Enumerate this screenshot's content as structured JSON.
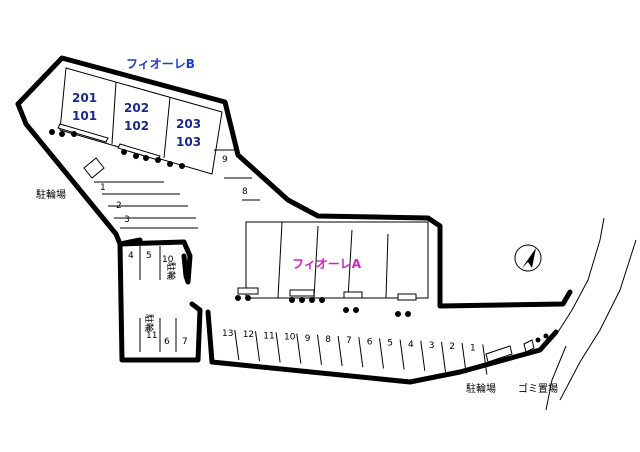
{
  "buildings": {
    "b_name": "フィオーレB",
    "a_name": "フィオーレA",
    "b_units_upper": [
      "201",
      "202",
      "203"
    ],
    "b_units_lower": [
      "101",
      "102",
      "103"
    ]
  },
  "labels": {
    "bike_parking": "駐輪場",
    "bike_parking_2": "駐輪場",
    "garbage": "ゴミ置場",
    "bike_spot": "駐輪",
    "bike_spot_2": "駐輪"
  },
  "parking": {
    "top_row": [
      "9",
      "8"
    ],
    "left_diag": [
      "1",
      "2",
      "3"
    ],
    "pocket_top": [
      "4",
      "5",
      "10"
    ],
    "pocket_bottom": [
      "11",
      "6",
      "7"
    ],
    "bottom_row": [
      "13",
      "12",
      "11",
      "10",
      "9",
      "8",
      "7",
      "6",
      "5",
      "4",
      "3",
      "2",
      "1"
    ]
  },
  "colors": {
    "b_name": "#1a3cc4",
    "a_name": "#d21fc8",
    "unit_text": "#1a2a8c"
  },
  "icons": {
    "north_arrow": "north-arrow-icon"
  }
}
